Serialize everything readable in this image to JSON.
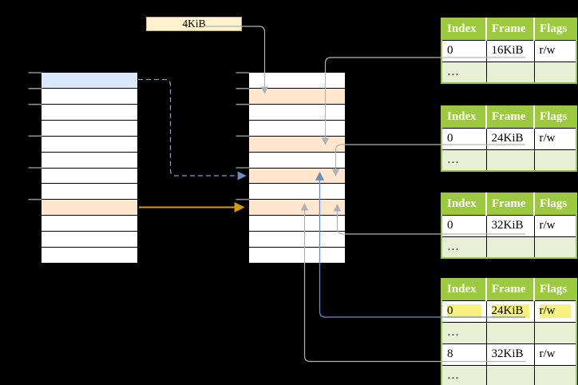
{
  "size_label": {
    "text": "4KiB"
  },
  "memory_columns": {
    "left": {
      "rows": [
        "blue",
        "white",
        "white",
        "white",
        "white",
        "white",
        "white",
        "white",
        "orange",
        "white",
        "white",
        "white"
      ]
    },
    "middle": {
      "rows": [
        "white",
        "orange",
        "white",
        "white",
        "orange",
        "white",
        "orange",
        "white",
        "orange",
        "white",
        "white",
        "white"
      ]
    }
  },
  "page_tables": [
    {
      "headers": [
        "Index",
        "Frame",
        "Flags"
      ],
      "rows": [
        {
          "cells": [
            "0",
            "16KiB",
            "r/w"
          ],
          "alt": false,
          "highlight": false
        },
        {
          "cells": [
            "…",
            "",
            ""
          ],
          "alt": true,
          "highlight": false
        }
      ]
    },
    {
      "headers": [
        "Index",
        "Frame",
        "Flags"
      ],
      "rows": [
        {
          "cells": [
            "0",
            "24KiB",
            "r/w"
          ],
          "alt": false,
          "highlight": false
        },
        {
          "cells": [
            "…",
            "",
            ""
          ],
          "alt": true,
          "highlight": false
        }
      ]
    },
    {
      "headers": [
        "Index",
        "Frame",
        "Flags"
      ],
      "rows": [
        {
          "cells": [
            "0",
            "32KiB",
            "r/w"
          ],
          "alt": false,
          "highlight": false
        },
        {
          "cells": [
            "…",
            "",
            ""
          ],
          "alt": true,
          "highlight": false
        }
      ]
    },
    {
      "headers": [
        "Index",
        "Frame",
        "Flags"
      ],
      "rows": [
        {
          "cells": [
            "0",
            "24KiB",
            "r/w"
          ],
          "alt": false,
          "highlight": true
        },
        {
          "cells": [
            "…",
            "",
            ""
          ],
          "alt": true,
          "highlight": false
        },
        {
          "cells": [
            "8",
            "32KiB",
            "r/w"
          ],
          "alt": false,
          "highlight": false
        },
        {
          "cells": [
            "…",
            "",
            ""
          ],
          "alt": true,
          "highlight": false
        }
      ]
    }
  ],
  "colors": {
    "blue_fill": "#dae8fc",
    "orange_fill": "#ffe6cc",
    "yellow_fill": "#fff2cc",
    "yellow_border": "#c5b481",
    "header_green": "#9cc93d",
    "alt_green": "#e7efd4",
    "highlight_yellow": "#f5f07f",
    "arrow_gray": "#b3b3b3",
    "arrow_gray_head": "#abb0bb",
    "arrow_blue": "#6c8ebf",
    "arrow_blue_dash": "#7e9cd4",
    "arrow_orange": "#d79b00",
    "tick_gray": "#8c8c8c"
  }
}
